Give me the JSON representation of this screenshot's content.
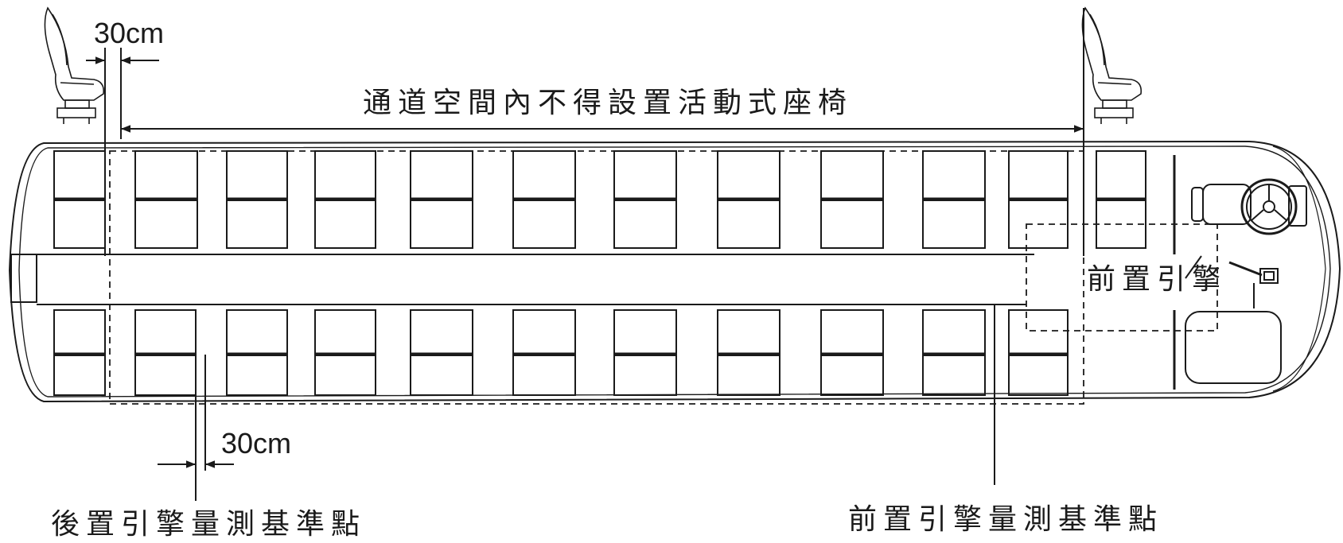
{
  "labels": {
    "rear_clearance": "30cm",
    "aisle_rule": "通道空間內不得設置活動式座椅",
    "front_engine": "前置引擎",
    "seat_gap": "30cm",
    "rear_reference": "後置引擎量測基準點",
    "front_reference": "前置引擎量測基準點"
  },
  "layout": {
    "seat_columns": 12,
    "seats_per_side": 2,
    "sides": [
      "upper",
      "lower"
    ]
  },
  "icons": [
    "side-seat-icon",
    "steering-wheel-icon",
    "driver-seat-icon",
    "gear-lever-icon"
  ],
  "colors": {
    "line": "#1a1a1a",
    "background": "#ffffff"
  }
}
